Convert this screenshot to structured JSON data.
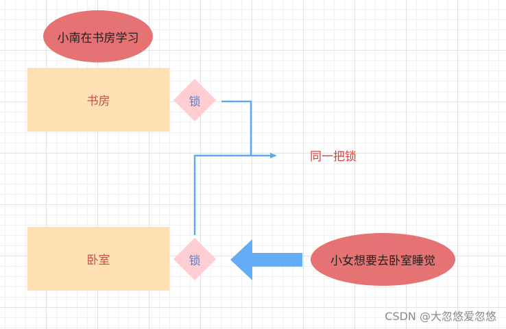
{
  "nodes": {
    "study_status": "小南在书房学习",
    "study_room": "书房",
    "study_lock": "锁",
    "bedroom": "卧室",
    "bedroom_lock": "锁",
    "sleep_wish": "小女想要去卧室睡觉"
  },
  "note": "同一把锁",
  "watermark": "CSDN @大忽悠爱忽悠",
  "colors": {
    "ellipse": "#e57373",
    "room": "#ffe0b2",
    "lock": "#ffcdd2",
    "connector": "#5ea8f2"
  }
}
